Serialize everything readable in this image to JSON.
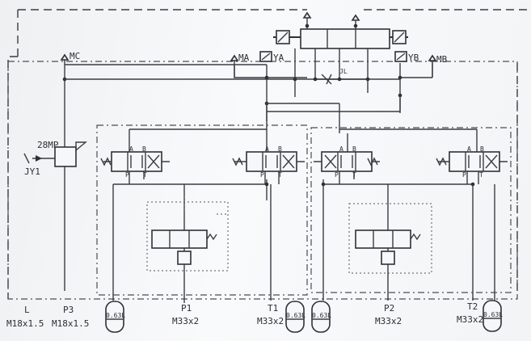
{
  "labels": {
    "mc": "MC",
    "ma": "MA",
    "ya": "YA",
    "yb": "YB",
    "mb": "MB",
    "jl": "JL",
    "mp28": "28MP",
    "jy1": "JY1",
    "l_port": "L",
    "p3_port": "P3",
    "p1_port": "P1",
    "t1_port": "T1",
    "p2_port": "P2",
    "t2_port": "T2",
    "l_thread": "M18x1.5",
    "p3_thread": "M18x1.5",
    "p1_thread": "M33x2",
    "t1_thread": "M33x2",
    "p2_thread": "M33x2",
    "t2_thread": "M33x2",
    "acc1": "0.63L",
    "acc2": "0.63L",
    "acc3": "0.63L",
    "acc4": "0.63L",
    "port_a": "A",
    "port_b": "B",
    "port_p": "P",
    "port_t": "T"
  }
}
